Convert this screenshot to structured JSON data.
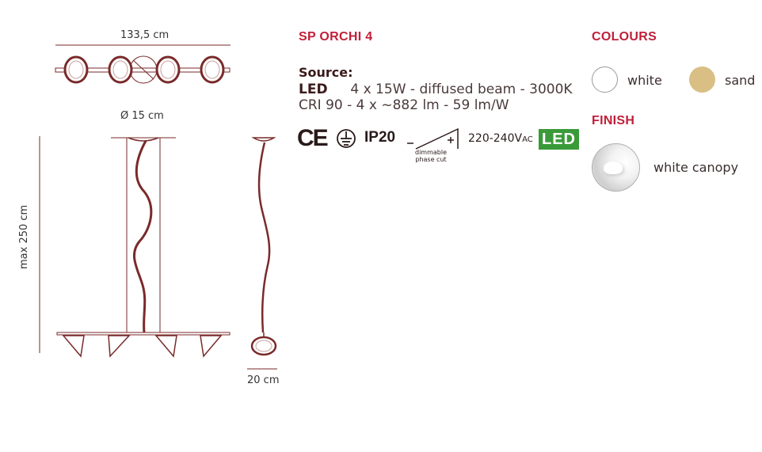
{
  "product": {
    "name": "SP ORCHI 4",
    "source_label": "Source:",
    "led_label": "LED",
    "led_spec": "4 x 15W - diffused beam - 3000K",
    "cri_spec": "CRI 90 - 4 x ~882 lm - 59 lm/W"
  },
  "certifications": {
    "ce": "CE",
    "ip": "IP20",
    "dimmer_line1": "dimmable",
    "dimmer_line2": "phase cut",
    "voltage": "220-240V",
    "voltage_suffix": "AC",
    "led_badge": "LED"
  },
  "dimensions": {
    "width": "133,5 cm",
    "diameter": "Ø 15 cm",
    "height": "max 250 cm",
    "side_width": "20 cm"
  },
  "colours": {
    "title": "COLOURS",
    "items": [
      {
        "name": "white",
        "color": "#ffffff"
      },
      {
        "name": "sand",
        "color": "#d9bf84"
      }
    ]
  },
  "finish": {
    "title": "FINISH",
    "items": [
      {
        "name": "white canopy"
      }
    ]
  },
  "style": {
    "accent": "#c0203a",
    "drawing_line": "#7a2a2a",
    "led_badge_bg": "#3a9a3a"
  }
}
